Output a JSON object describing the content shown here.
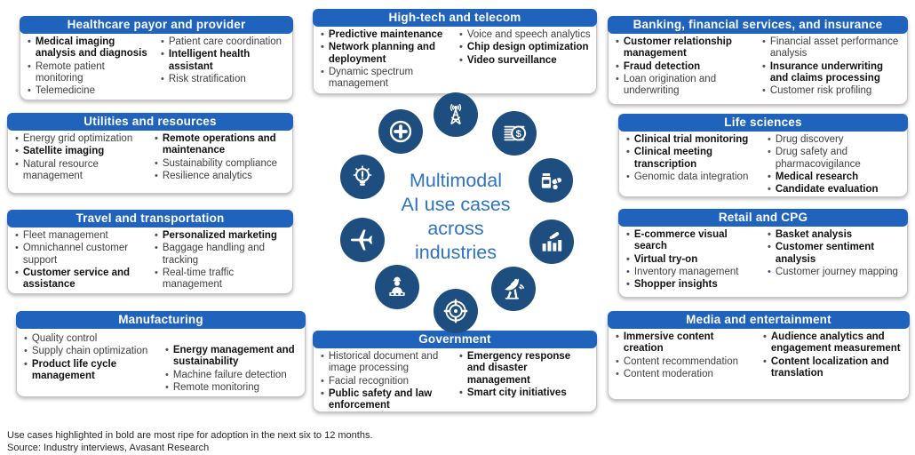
{
  "center": {
    "title_lines": [
      "Multimodal",
      "AI use cases",
      "across",
      "industries"
    ]
  },
  "colors": {
    "header_blue": "#1f63bd",
    "icon_navy": "#1d4e7f",
    "center_text_blue": "#2e72c2"
  },
  "cards": [
    {
      "id": "healthcare",
      "title": "Healthcare payor and provider",
      "left": [
        {
          "text": "Medical imaging analysis and diagnosis",
          "bold": true
        },
        {
          "text": "Remote patient monitoring",
          "bold": false
        },
        {
          "text": "Telemedicine",
          "bold": false
        }
      ],
      "right": [
        {
          "text": "Patient care coordination",
          "bold": false
        },
        {
          "text": "Intelligent health assistant",
          "bold": true
        },
        {
          "text": "Risk stratification",
          "bold": false
        }
      ]
    },
    {
      "id": "hightech",
      "title": "High-tech and telecom",
      "left": [
        {
          "text": "Predictive maintenance",
          "bold": true
        },
        {
          "text": "Network planning and deployment",
          "bold": true
        },
        {
          "text": "Dynamic spectrum management",
          "bold": false
        }
      ],
      "right": [
        {
          "text": "Voice and speech analytics",
          "bold": false
        },
        {
          "text": "Chip design optimization",
          "bold": true
        },
        {
          "text": "Video surveillance",
          "bold": true
        }
      ]
    },
    {
      "id": "banking",
      "title": "Banking, financial services, and insurance",
      "left": [
        {
          "text": "Customer relationship management",
          "bold": true
        },
        {
          "text": "Fraud detection",
          "bold": true
        },
        {
          "text": "Loan origination and underwriting",
          "bold": false
        }
      ],
      "right": [
        {
          "text": "Financial asset performance analysis",
          "bold": false
        },
        {
          "text": "Insurance underwriting and claims processing",
          "bold": true
        },
        {
          "text": "Customer risk profiling",
          "bold": false
        }
      ]
    },
    {
      "id": "utilities",
      "title": "Utilities and resources",
      "left": [
        {
          "text": "Energy grid optimization",
          "bold": false
        },
        {
          "text": "Satellite imaging",
          "bold": true
        },
        {
          "text": "Natural resource management",
          "bold": false
        }
      ],
      "right": [
        {
          "text": "Remote operations and maintenance",
          "bold": true
        },
        {
          "text": "Sustainability compliance",
          "bold": false
        },
        {
          "text": "Resilience analytics",
          "bold": false
        }
      ]
    },
    {
      "id": "lifesciences",
      "title": "Life sciences",
      "left": [
        {
          "text": "Clinical trial monitoring",
          "bold": true
        },
        {
          "text": "Clinical meeting transcription",
          "bold": true
        },
        {
          "text": "Genomic data integration",
          "bold": false
        }
      ],
      "right": [
        {
          "text": "Drug discovery",
          "bold": false
        },
        {
          "text": "Drug safety and pharmacovigilance",
          "bold": false
        },
        {
          "text": "Medical research",
          "bold": true
        },
        {
          "text": "Candidate evaluation",
          "bold": true
        }
      ]
    },
    {
      "id": "travel",
      "title": "Travel and transportation",
      "left": [
        {
          "text": "Fleet management",
          "bold": false
        },
        {
          "text": "Omnichannel customer support",
          "bold": false
        },
        {
          "text": "Customer service and assistance",
          "bold": true
        }
      ],
      "right": [
        {
          "text": "Personalized marketing",
          "bold": true
        },
        {
          "text": "Baggage handling and tracking",
          "bold": false
        },
        {
          "text": "Real-time traffic management",
          "bold": false
        }
      ]
    },
    {
      "id": "retail",
      "title": "Retail and CPG",
      "left": [
        {
          "text": "E-commerce visual search",
          "bold": true
        },
        {
          "text": "Virtual try-on",
          "bold": true
        },
        {
          "text": "Inventory management",
          "bold": false
        },
        {
          "text": "Shopper insights",
          "bold": true
        }
      ],
      "right": [
        {
          "text": "Basket analysis",
          "bold": true
        },
        {
          "text": "Customer sentiment analysis",
          "bold": true
        },
        {
          "text": "Customer journey mapping",
          "bold": false
        }
      ]
    },
    {
      "id": "manufacturing",
      "title": "Manufacturing",
      "left": [
        {
          "text": "Quality control",
          "bold": false
        },
        {
          "text": "Supply chain optimization",
          "bold": false
        },
        {
          "text": "Product life cycle management",
          "bold": true
        }
      ],
      "right": [
        {
          "text": "Energy management and sustainability",
          "bold": true
        },
        {
          "text": "Machine failure detection",
          "bold": false
        },
        {
          "text": "Remote monitoring",
          "bold": false
        }
      ]
    },
    {
      "id": "government",
      "title": "Government",
      "left": [
        {
          "text": "Historical document and image processing",
          "bold": false
        },
        {
          "text": "Facial recognition",
          "bold": false
        },
        {
          "text": "Public safety and law enforcement",
          "bold": true
        }
      ],
      "right": [
        {
          "text": "Emergency response and disaster management",
          "bold": true
        },
        {
          "text": "Smart city initiatives",
          "bold": true
        }
      ]
    },
    {
      "id": "media",
      "title": "Media and entertainment",
      "left": [
        {
          "text": "Immersive content creation",
          "bold": true
        },
        {
          "text": "Content recommendation",
          "bold": false
        },
        {
          "text": "Content moderation",
          "bold": false
        }
      ],
      "right": [
        {
          "text": "Audience analytics and engagement measurement",
          "bold": true
        },
        {
          "text": "Content localization and translation",
          "bold": true
        }
      ]
    }
  ],
  "icons": [
    "medical-cross-icon",
    "radio-tower-icon",
    "money-icon",
    "lightbulb-icon",
    "pills-icon",
    "airplane-icon",
    "bar-chart-icon",
    "factory-worker-icon",
    "target-icon",
    "satellite-dish-icon"
  ],
  "footer": {
    "note": "Use cases highlighted in bold are most ripe for adoption in the next six to 12 months.",
    "source": "Source: Industry interviews, Avasant Research"
  }
}
